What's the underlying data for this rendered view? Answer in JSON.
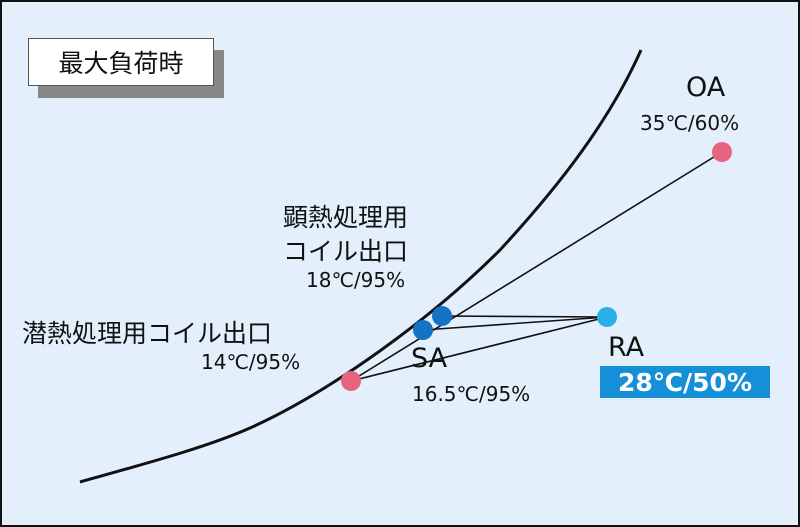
{
  "title": "最大負荷時",
  "points": {
    "oa": {
      "name": "OA",
      "value": "35℃/60%",
      "color": "#e8647e"
    },
    "ra": {
      "name": "RA",
      "value": "28℃/50%",
      "color": "#2ab0e8"
    },
    "sa": {
      "name": "SA",
      "value": "16.5℃/95%",
      "color": "#1673c4"
    },
    "sensible_coil": {
      "name_line1": "顕熱処理用",
      "name_line2": "コイル出口",
      "value": "18℃/95%",
      "color": "#1673c4"
    },
    "latent_coil": {
      "name": "潜熱処理用コイル出口",
      "value": "14℃/95%",
      "color": "#e8647e"
    }
  },
  "colors": {
    "background": "#e3f0fb",
    "curve": "#111111",
    "badge": "#1590d8"
  }
}
